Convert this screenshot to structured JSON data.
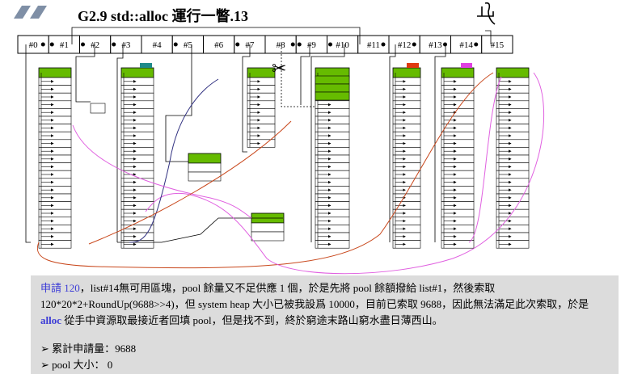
{
  "title": "G2.9 std::alloc 運行一瞥.13",
  "slots": [
    "#0",
    "#1",
    "#2",
    "#3",
    "#4",
    "#5",
    "#6",
    "#7",
    "#8",
    "#9",
    "#10",
    "#11",
    "#12",
    "#13",
    "#14",
    "#15"
  ],
  "note": {
    "p1": "申請 120",
    "p2": "，list#14無可用區塊，pool 餘量又不足供應 1 個，於是先將 pool 餘額撥給 list#1，然後索取 120*20*2+RoundUp(9688>>4)，但 system heap 大小已被我設爲 10000，目前已索取 9688，因此無法滿足此次索取，於是 ",
    "p3": "alloc",
    "p4": " 從手中資源取最接近者回填 pool，但是找不到，終於窮途末路山窮水盡日薄西山。",
    "b1": "➢ 累計申請量：9688",
    "b2": "➢ pool 大小： 0"
  },
  "colors": {
    "green": "#66bb00",
    "teal": "#1f8a8a",
    "red": "#e03a10",
    "magenta": "#e040e0",
    "orange": "#c8461a",
    "pink": "#e060e0",
    "navy": "#303080",
    "note_bg": "#dcdcdc"
  }
}
